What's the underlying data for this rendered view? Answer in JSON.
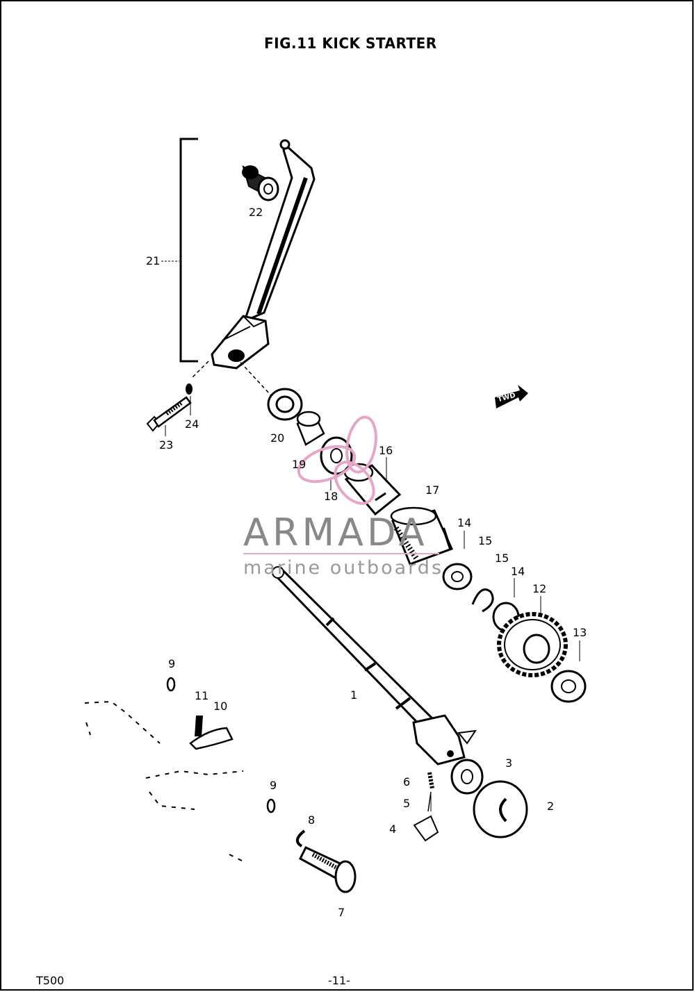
{
  "title": "FIG.11   KICK STARTER",
  "footer": {
    "model": "T500",
    "page": "-11-"
  },
  "watermark": {
    "brand": "ARMADA",
    "subtitle": "marine outboards",
    "accent_color": "#e7a6c8"
  },
  "front_marker": "TWD",
  "part_labels": [
    {
      "id": "p22",
      "text": "22"
    },
    {
      "id": "p21",
      "text": "21"
    },
    {
      "id": "p24",
      "text": "24"
    },
    {
      "id": "p23",
      "text": "23"
    },
    {
      "id": "p20",
      "text": "20"
    },
    {
      "id": "p19",
      "text": "19"
    },
    {
      "id": "p18",
      "text": "18"
    },
    {
      "id": "p16",
      "text": "16"
    },
    {
      "id": "p17",
      "text": "17"
    },
    {
      "id": "p14a",
      "text": "14"
    },
    {
      "id": "p15a",
      "text": "15"
    },
    {
      "id": "p15b",
      "text": "15"
    },
    {
      "id": "p14b",
      "text": "14"
    },
    {
      "id": "p12",
      "text": "12"
    },
    {
      "id": "p13",
      "text": "13"
    },
    {
      "id": "p9a",
      "text": "9"
    },
    {
      "id": "p11",
      "text": "11"
    },
    {
      "id": "p10",
      "text": "10"
    },
    {
      "id": "p1",
      "text": "1"
    },
    {
      "id": "p3",
      "text": "3"
    },
    {
      "id": "p6",
      "text": "6"
    },
    {
      "id": "p5",
      "text": "5"
    },
    {
      "id": "p2",
      "text": "2"
    },
    {
      "id": "p4",
      "text": "4"
    },
    {
      "id": "p9b",
      "text": "9"
    },
    {
      "id": "p8",
      "text": "8"
    },
    {
      "id": "p7",
      "text": "7"
    }
  ]
}
